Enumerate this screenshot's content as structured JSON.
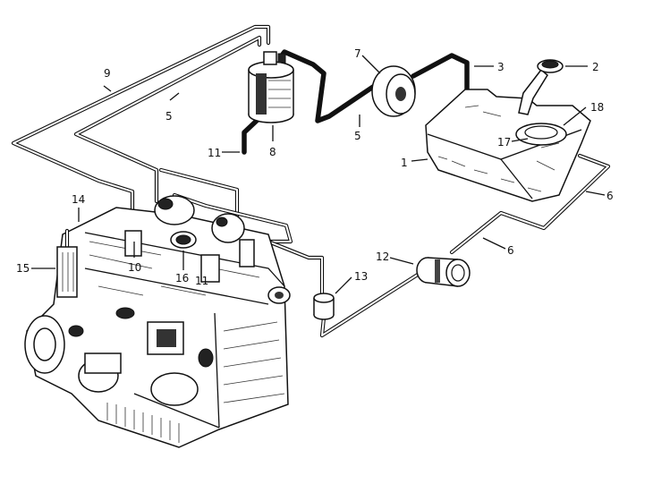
{
  "diagram": {
    "labels": [
      {
        "id": "1",
        "text": "1"
      },
      {
        "id": "2",
        "text": "2"
      },
      {
        "id": "3",
        "text": "3"
      },
      {
        "id": "5a",
        "text": "5"
      },
      {
        "id": "5b",
        "text": "5"
      },
      {
        "id": "6a",
        "text": "6"
      },
      {
        "id": "6b",
        "text": "6"
      },
      {
        "id": "7",
        "text": "7"
      },
      {
        "id": "8",
        "text": "8"
      },
      {
        "id": "9",
        "text": "9"
      },
      {
        "id": "10",
        "text": "10"
      },
      {
        "id": "11a",
        "text": "11"
      },
      {
        "id": "11b",
        "text": "11"
      },
      {
        "id": "12",
        "text": "12"
      },
      {
        "id": "13",
        "text": "13"
      },
      {
        "id": "14",
        "text": "14"
      },
      {
        "id": "15",
        "text": "15"
      },
      {
        "id": "16",
        "text": "16"
      },
      {
        "id": "17",
        "text": "17"
      },
      {
        "id": "18",
        "text": "18"
      }
    ]
  }
}
